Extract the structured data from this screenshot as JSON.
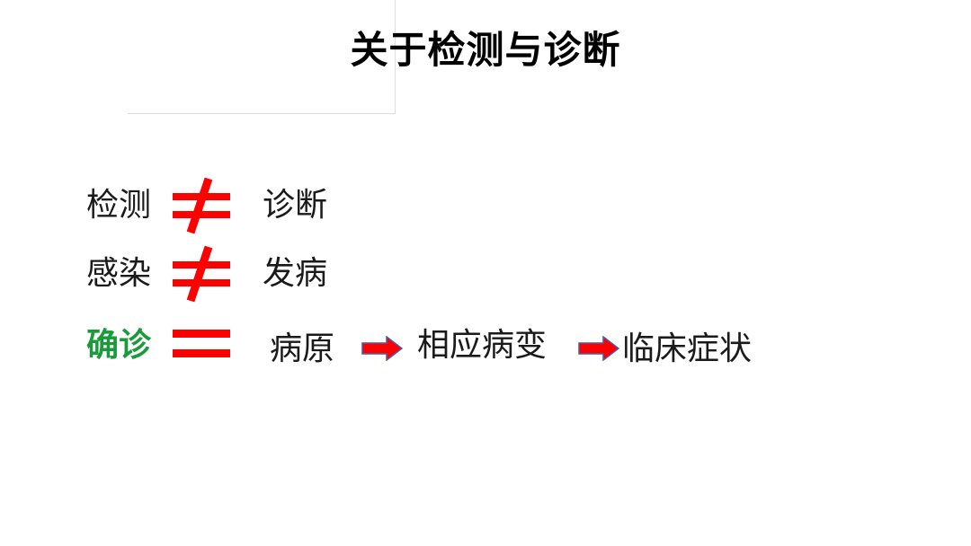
{
  "slide": {
    "title": "关于检测与诊断",
    "rows": [
      {
        "left": "检测",
        "relation": "≠",
        "right": "诊断"
      },
      {
        "left": "感染",
        "relation": "≠",
        "right": "发病"
      },
      {
        "left": "确诊",
        "relation": "=",
        "chain": [
          "病原",
          "相应病变",
          "临床症状"
        ]
      }
    ],
    "colors": {
      "symbol_red": "#ff0000",
      "highlight_green": "#1a9a3a",
      "arrow_red": "#ff0000",
      "arrow_outline": "#4a5aa8"
    }
  }
}
